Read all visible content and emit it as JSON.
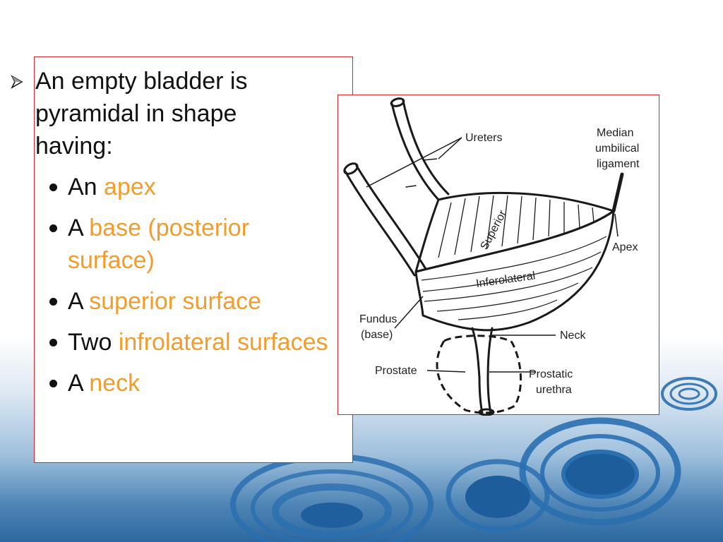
{
  "lead_text": "An empty bladder is pyramidal in shape having:",
  "bullets": [
    {
      "prefix": "An ",
      "highlight": "apex"
    },
    {
      "prefix": "A ",
      "highlight": "base (posterior surface)"
    },
    {
      "prefix": "A ",
      "highlight": "superior surface"
    },
    {
      "prefix": "Two ",
      "highlight": "infrolateral surfaces"
    },
    {
      "prefix": "A ",
      "highlight": "neck"
    }
  ],
  "diagram": {
    "labels": {
      "ureters": "Ureters",
      "median_1": "Median",
      "median_2": "umbilical",
      "median_3": "ligament",
      "superior": "Superior",
      "apex": "Apex",
      "inferolateral": "Inferolateral",
      "fundus_1": "Fundus",
      "fundus_2": "(base)",
      "neck": "Neck",
      "prostate": "Prostate",
      "prostatic_1": "Prostatic",
      "prostatic_2": "urethra"
    }
  },
  "colors": {
    "highlight": "#f39c2c",
    "border": "#d8262e",
    "ripple": "#2a6fb0"
  },
  "icons": {
    "lead_bullet": "arrow-bullet-icon",
    "list_bullet": "round-bullet-icon"
  }
}
